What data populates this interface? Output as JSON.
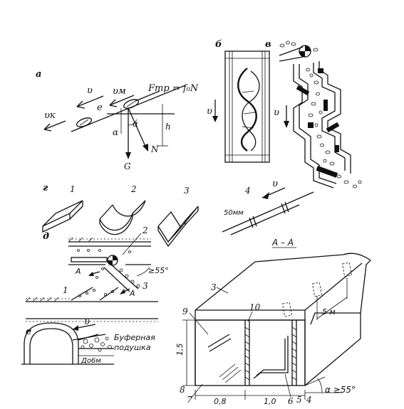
{
  "panels": {
    "a": {
      "letter": "а",
      "v": "υ",
      "e": "e",
      "vm": "υм",
      "vk": "υк",
      "ftr": "Fтр = f₀N",
      "alpha": "α",
      "alpha2": "α",
      "h": "h",
      "G": "G",
      "N": "N"
    },
    "b": {
      "letter": "б",
      "v": "υ"
    },
    "v": {
      "letter": "в",
      "v": "υ"
    },
    "g": {
      "letter": "г",
      "items": [
        "1",
        "2",
        "3",
        "4"
      ],
      "v": "υ",
      "dim": "50мм"
    },
    "d": {
      "letter": "д",
      "n1": "1",
      "n2": "2",
      "n3": "3",
      "A1": "A",
      "A2": "A",
      "angle": "≥55°"
    },
    "e": {
      "letter": "е",
      "v": "υ",
      "buffer_line1": "Буферная",
      "buffer_line2": "подушка",
      "dist": "До6м"
    },
    "section": {
      "title": "А – А",
      "n3": "3",
      "n9": "9",
      "n10": "10",
      "n8": "8",
      "n7": "7",
      "n6": "6",
      "n5": "5",
      "n4": "4",
      "h": "1,5",
      "w1": "0,8",
      "w2": "1,0",
      "len": "5 м",
      "angle": "α ≥55°"
    }
  }
}
